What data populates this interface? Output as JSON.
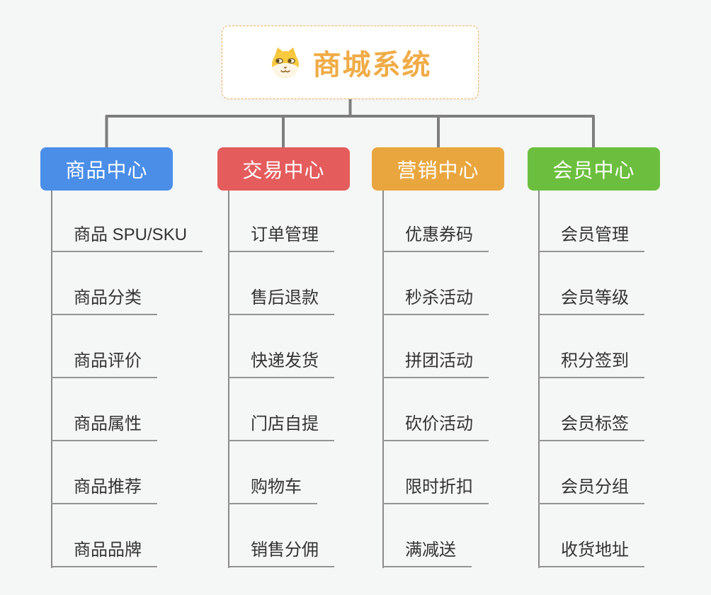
{
  "root": {
    "title": "商城系统",
    "icon": "shiba-dog-icon"
  },
  "colors": {
    "background": "#f5f6f6",
    "root_border": "#f0b054",
    "root_title": "#f0ac47",
    "connector_line": "#7e7e7e",
    "trunk_line": "#8a8a8a",
    "leaf_underline": "#949494",
    "leaf_text": "#333333"
  },
  "branches": [
    {
      "title": "商品中心",
      "color": "#4a8ee8",
      "items": [
        "商品 SPU/SKU",
        "商品分类",
        "商品评价",
        "商品属性",
        "商品推荐",
        "商品品牌"
      ]
    },
    {
      "title": "交易中心",
      "color": "#e45c5c",
      "items": [
        "订单管理",
        "售后退款",
        "快递发货",
        "门店自提",
        "购物车",
        "销售分佣"
      ]
    },
    {
      "title": "营销中心",
      "color": "#e9a63e",
      "items": [
        "优惠券码",
        "秒杀活动",
        "拼团活动",
        "砍价活动",
        "限时折扣",
        "满减送"
      ]
    },
    {
      "title": "会员中心",
      "color": "#6cbf3e",
      "items": [
        "会员管理",
        "会员等级",
        "积分签到",
        "会员标签",
        "会员分组",
        "收货地址"
      ]
    }
  ]
}
